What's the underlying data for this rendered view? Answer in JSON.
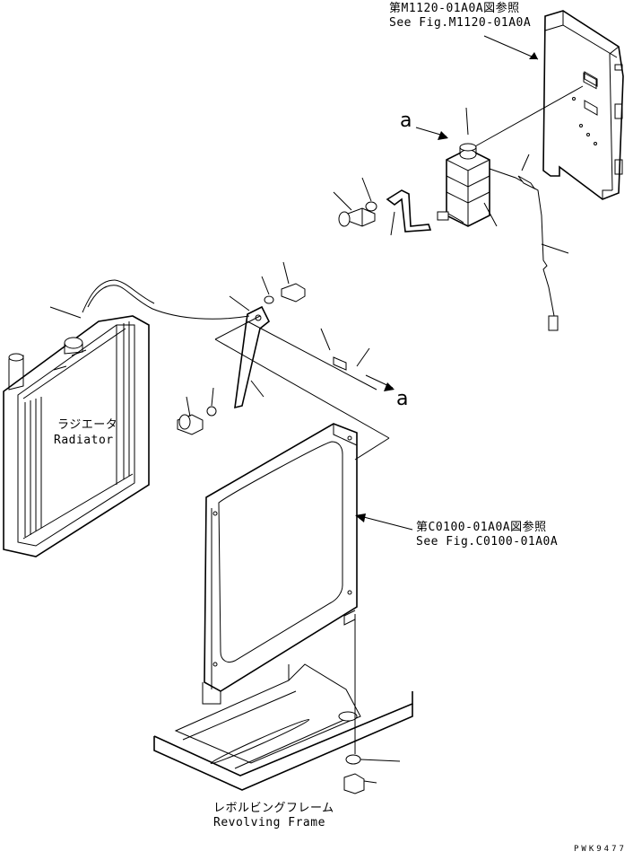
{
  "references": [
    {
      "id": "m1120",
      "jp": "第M1120-01A0A図参照",
      "en": "See Fig.M1120-01A0A"
    },
    {
      "id": "c0100",
      "jp": "第C0100-01A0A図参照",
      "en": "See Fig.C0100-01A0A"
    }
  ],
  "parts": {
    "radiator": {
      "jp": "ラジエータ",
      "en": "Radiator"
    },
    "revolving_frame": {
      "jp": "レボルビングフレーム",
      "en": "Revolving Frame"
    }
  },
  "connection_marks": {
    "top": "a",
    "bottom": "a"
  },
  "drawing_code": "PWK9477"
}
